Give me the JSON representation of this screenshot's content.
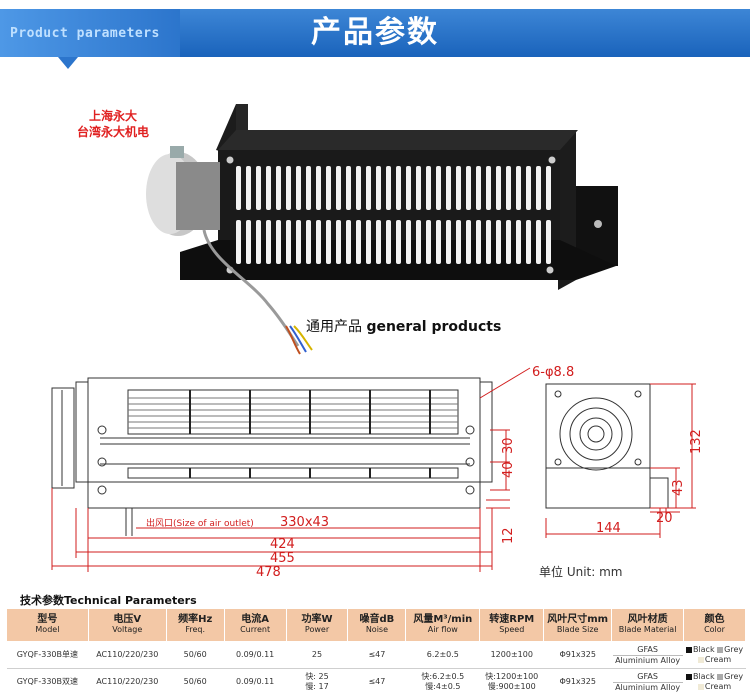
{
  "banner": {
    "english": "Product parameters",
    "title": "产品参数"
  },
  "photo": {
    "maker_line1": "上海永大",
    "maker_line2": "台湾永大机电",
    "caption_cn": "通用产品 ",
    "caption_en": "general products"
  },
  "drawing": {
    "hole_label": "6-φ8.8",
    "outlet_label": "出风口(Size of  air outlet)",
    "dim_outlet": "330x43",
    "dim_424": "424",
    "dim_455": "455",
    "dim_478": "478",
    "dim_40": "40",
    "dim_30": "30",
    "dim_12": "12",
    "dim_132": "132",
    "dim_43": "43",
    "dim_20": "20",
    "dim_144": "144",
    "unit_note": "单位 Unit: mm"
  },
  "table": {
    "title": "技术参数Technical Parameters",
    "headers": [
      {
        "cn": "型号",
        "en": "Model"
      },
      {
        "cn": "电压V",
        "en": "Voltage"
      },
      {
        "cn": "频率Hz",
        "en": "Freq."
      },
      {
        "cn": "电流A",
        "en": "Current"
      },
      {
        "cn": "功率W",
        "en": "Power"
      },
      {
        "cn": "噪音dB",
        "en": "Noise"
      },
      {
        "cn": "风量M³/min",
        "en": "Air flow"
      },
      {
        "cn": "转速RPM",
        "en": "Speed"
      },
      {
        "cn": "风叶尺寸mm",
        "en": "Blade Size"
      },
      {
        "cn": "风叶材质",
        "en": "Blade Material"
      },
      {
        "cn": "颜色",
        "en": "Color"
      }
    ],
    "rows": [
      {
        "model": "GYQF-330B单速",
        "voltage": "AC110/220/230",
        "freq": "50/60",
        "current": "0.09/0.11",
        "power": "25",
        "power2": "",
        "noise": "≤47",
        "airflow": "6.2±0.5",
        "airflow2": "",
        "speed": "1200±100",
        "speed2": "",
        "blade": "Φ91x325",
        "material1": "GFAS",
        "material2": "Aluminium Alloy",
        "color_black": "Black",
        "color_grey": "Grey",
        "color_cream": "Cream"
      },
      {
        "model": "GYQF-330B双速",
        "voltage": "AC110/220/230",
        "freq": "50/60",
        "current": "0.09/0.11",
        "power": "快: 25",
        "power2": "慢: 17",
        "noise": "≤47",
        "airflow": "快:6.2±0.5",
        "airflow2": "慢:4±0.5",
        "speed": "快:1200±100",
        "speed2": "慢:900±100",
        "blade": "Φ91x325",
        "material1": "GFAS",
        "material2": "Aluminium Alloy",
        "color_black": "Black",
        "color_grey": "Grey",
        "color_cream": "Cream"
      }
    ]
  },
  "colors": {
    "banner_blue": "#1a63bb",
    "header_peach": "#f3c8a6",
    "maker_red": "#e02020",
    "dimension_red": "#d21e1e"
  }
}
